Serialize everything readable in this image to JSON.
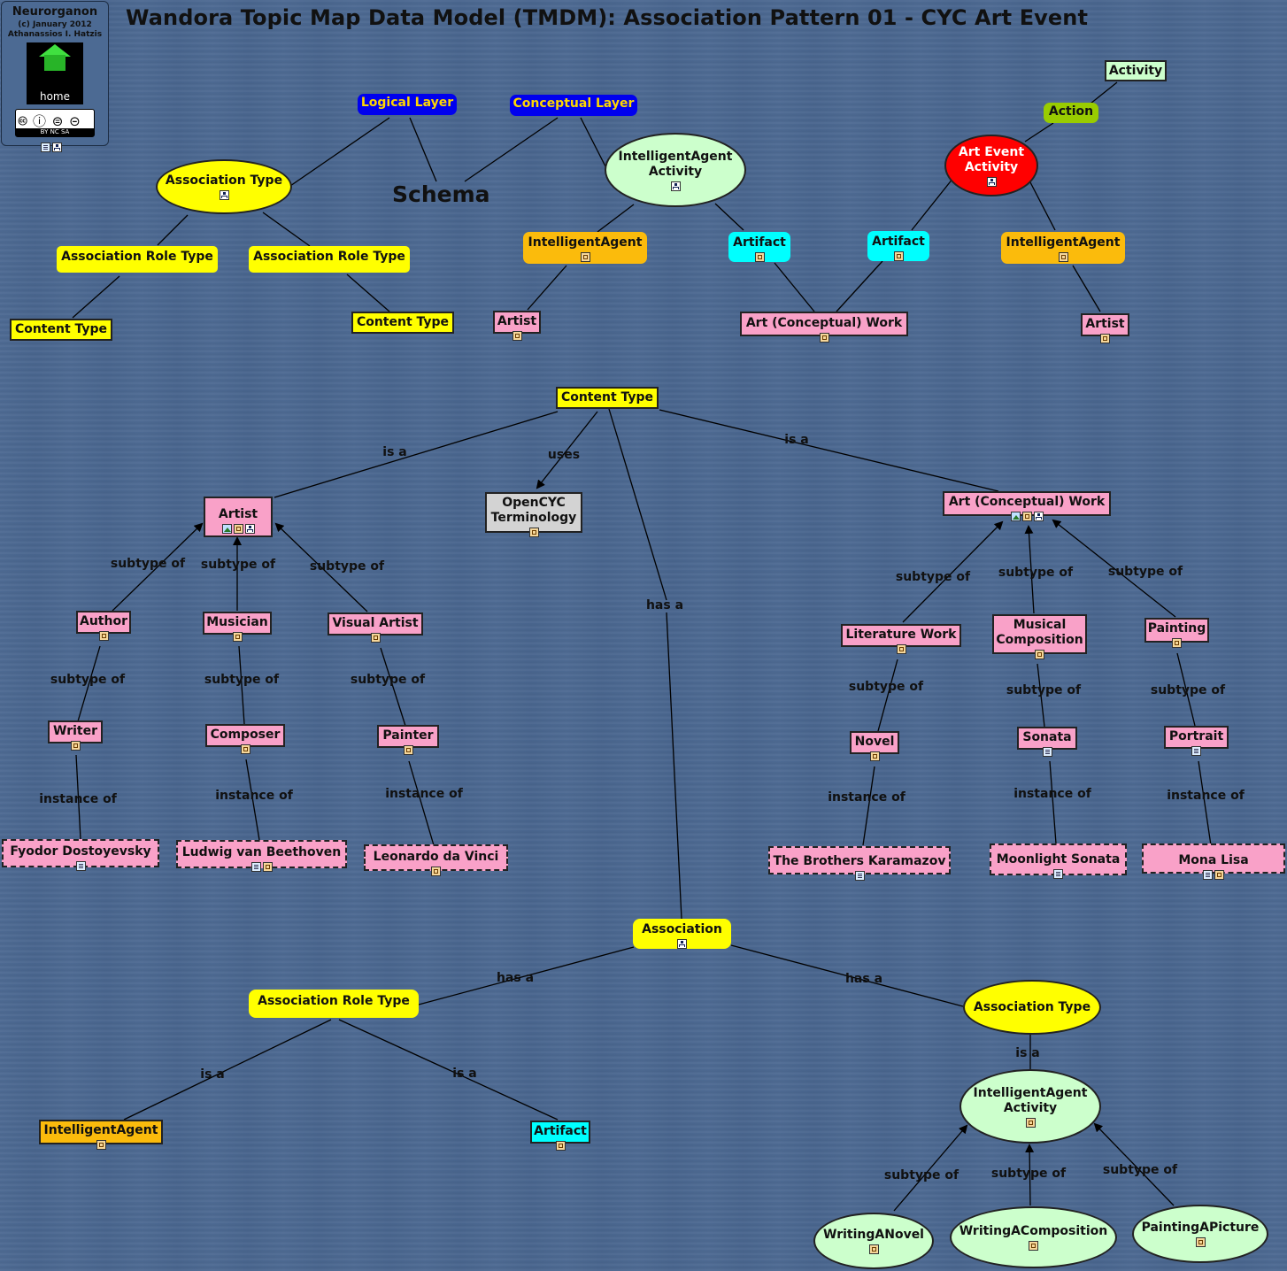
{
  "title": "Wandora Topic Map Data Model (TMDM): Association Pattern 01 - CYC Art Event",
  "badge": {
    "org": "Neurorganon",
    "copyright": "(c) January 2012",
    "author": "Athanassios I. Hatzis",
    "home": "home",
    "license_symbols": "🅭 ⓘ ⊜ ⊝",
    "license_text": "BY  NC  SA"
  },
  "schema_label": "Schema",
  "nodes": {
    "logical_layer": "Logical Layer",
    "conceptual_layer": "Conceptual Layer",
    "activity": "Activity",
    "action": "Action",
    "art_event_activity": "Art Event Activity",
    "assoc_type_top": "Association Type",
    "ia_activity_top": "IntelligentAgent Activity",
    "assoc_role_type_1": "Association Role Type",
    "assoc_role_type_2": "Association Role Type",
    "content_type_1": "Content Type",
    "content_type_2": "Content Type",
    "ia_1": "IntelligentAgent",
    "artifact_1": "Artifact",
    "artifact_2": "Artifact",
    "ia_2": "IntelligentAgent",
    "artist_top_1": "Artist",
    "art_work_top": "Art (Conceptual) Work",
    "artist_top_2": "Artist",
    "content_type_main": "Content Type",
    "artist_main": "Artist",
    "opencyc": "OpenCYC Terminology",
    "art_work_main": "Art (Conceptual) Work",
    "author": "Author",
    "musician": "Musician",
    "visual_artist": "Visual Artist",
    "writer": "Writer",
    "composer": "Composer",
    "painter": "Painter",
    "dostoyevsky": "Fyodor Dostoyevsky",
    "beethoven": "Ludwig van Beethoven",
    "davinci": "Leonardo da Vinci",
    "literature_work": "Literature Work",
    "musical_composition": "Musical Composition",
    "painting": "Painting",
    "novel": "Novel",
    "sonata": "Sonata",
    "portrait": "Portrait",
    "karamazov": "The Brothers Karamazov",
    "moonlight": "Moonlight Sonata",
    "mona_lisa": "Mona Lisa",
    "association": "Association",
    "assoc_role_type_bottom": "Association Role Type",
    "assoc_type_bottom": "Association Type",
    "ia_bottom": "IntelligentAgent",
    "artifact_bottom": "Artifact",
    "ia_activity_bottom": "IntelligentAgent Activity",
    "writing_novel": "WritingANovel",
    "writing_composition": "WritingAComposition",
    "painting_picture": "PaintingAPicture"
  },
  "edge_labels": {
    "is_a_1": "is a",
    "uses": "uses",
    "is_a_2": "is a",
    "has_a_1": "has a",
    "subtype_of_1": "subtype of",
    "subtype_of_2": "subtype of",
    "subtype_of_3": "subtype of",
    "subtype_of_4": "subtype of",
    "subtype_of_5": "subtype of",
    "subtype_of_6": "subtype of",
    "subtype_of_7": "subtype of",
    "subtype_of_8": "subtype of",
    "subtype_of_9": "subtype of",
    "subtype_of_10": "subtype of",
    "subtype_of_11": "subtype of",
    "subtype_of_12": "subtype of",
    "instance_of_1": "instance of",
    "instance_of_2": "instance of",
    "instance_of_3": "instance of",
    "instance_of_4": "instance of",
    "instance_of_5": "instance of",
    "instance_of_6": "instance of",
    "has_a_2": "has a",
    "has_a_3": "has a",
    "is_a_3": "is a",
    "is_a_4": "is a",
    "is_a_5": "is a",
    "subtype_of_13": "subtype of",
    "subtype_of_14": "subtype of",
    "subtype_of_15": "subtype of"
  },
  "colors": {
    "background": "#4a6790",
    "pink": "#f9a1c8",
    "yellow": "#ffff00",
    "orange": "#fbbb0c",
    "cyan": "#00ffff",
    "light_green": "#ccffcc",
    "blue": "#0000ee",
    "red": "#ff0000",
    "olive": "#99cc00",
    "gray": "#d3d3d3"
  }
}
